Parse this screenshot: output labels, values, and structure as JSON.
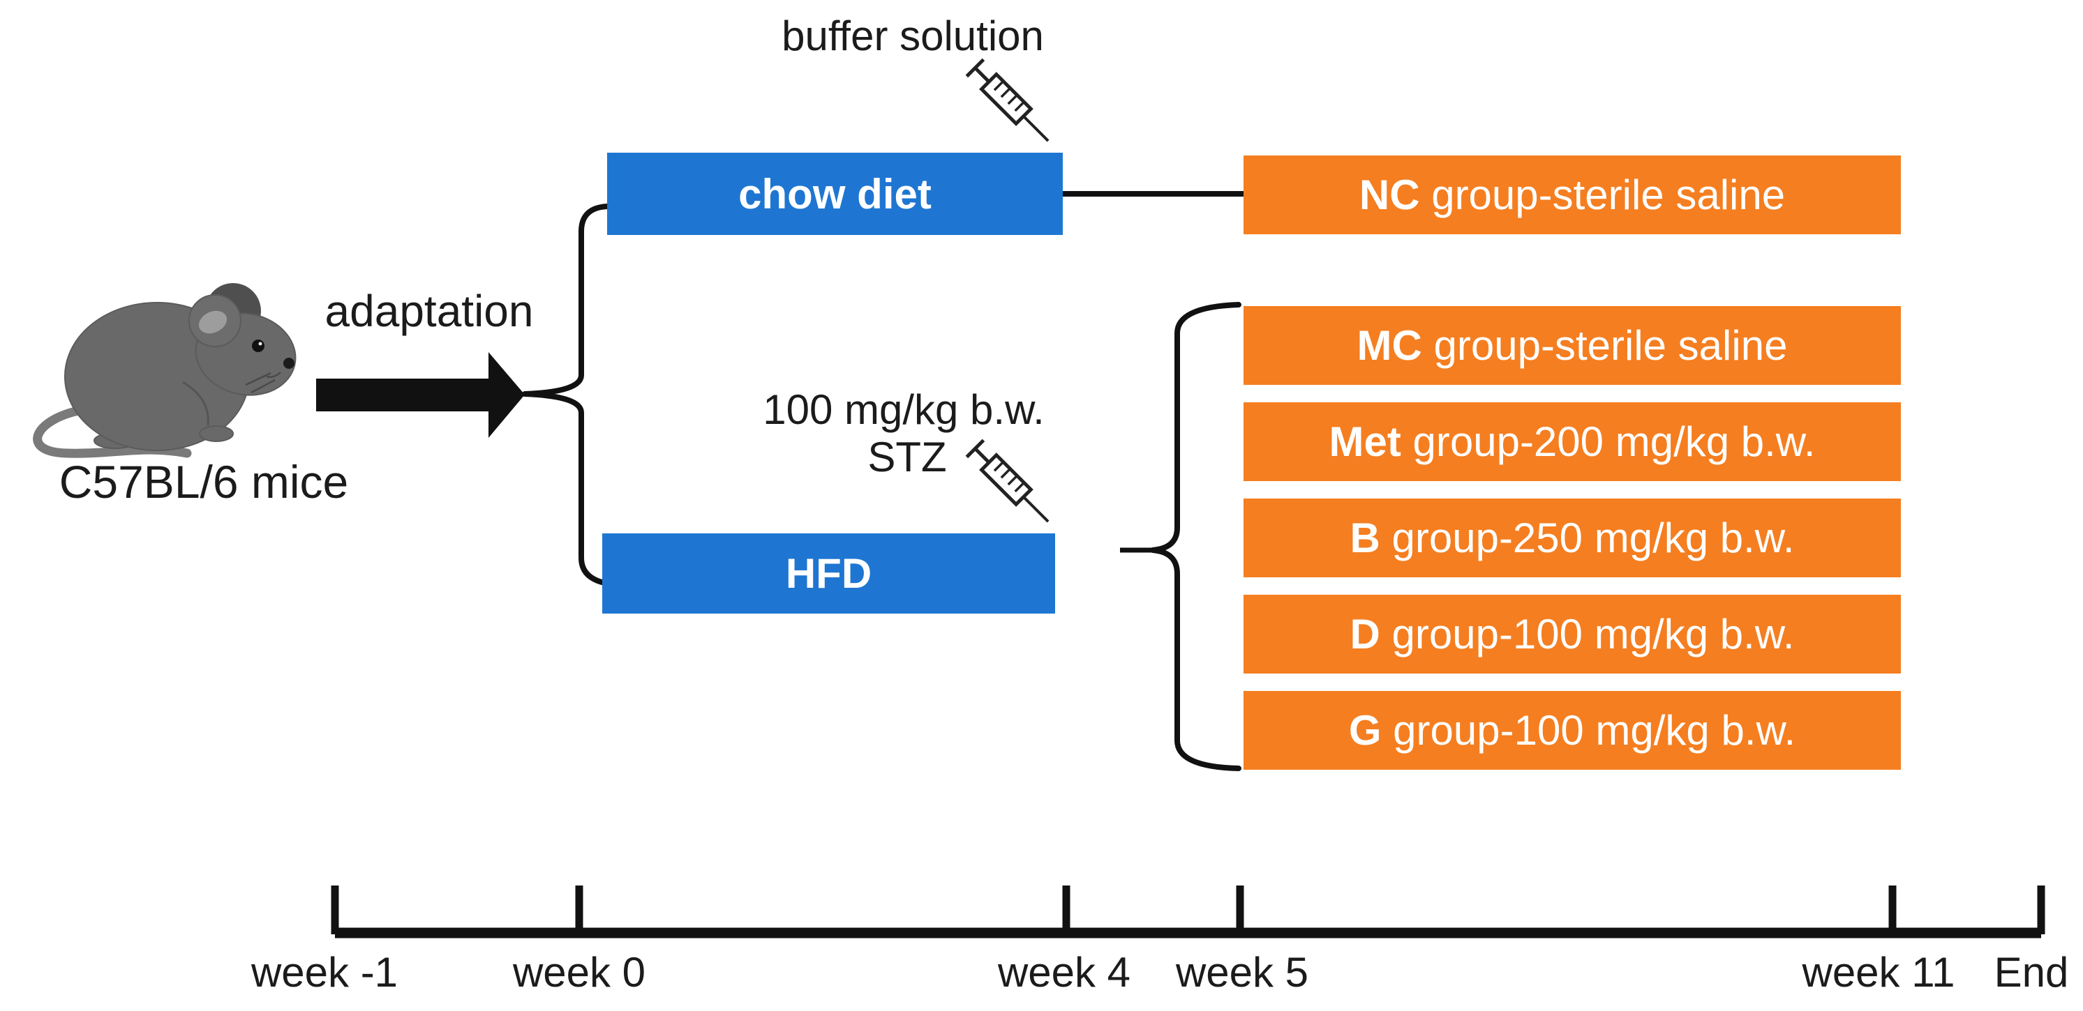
{
  "figure": {
    "type": "experimental-design-flowchart",
    "subject_label": "C57BL/6 mice",
    "adaptation_label": "adaptation"
  },
  "branches": {
    "chow": {
      "label": "chow diet",
      "injection_label": "buffer solution"
    },
    "hfd": {
      "label": "HFD",
      "injection_dose": "100 mg/kg b.w.",
      "injection_drug": "STZ"
    }
  },
  "groups": [
    {
      "prefix": "NC",
      "rest": " group-sterile saline"
    },
    {
      "prefix": "MC",
      "rest": " group-sterile saline"
    },
    {
      "prefix": "Met",
      "rest": " group-200 mg/kg b.w."
    },
    {
      "prefix": "B",
      "rest": " group-250 mg/kg b.w."
    },
    {
      "prefix": "D",
      "rest": " group-100 mg/kg b.w."
    },
    {
      "prefix": "G",
      "rest": " group-100 mg/kg b.w."
    }
  ],
  "timeline": {
    "labels": [
      "week -1",
      "week 0",
      "week 4",
      "week 5",
      "week 11",
      "End"
    ]
  },
  "colors": {
    "diet_box_blue": "#1E76D2",
    "group_box_orange": "#F57E20",
    "mouse_gray": "#696969",
    "line_black": "#111111"
  },
  "icons": [
    "syringe-icon",
    "mouse-illustration"
  ]
}
